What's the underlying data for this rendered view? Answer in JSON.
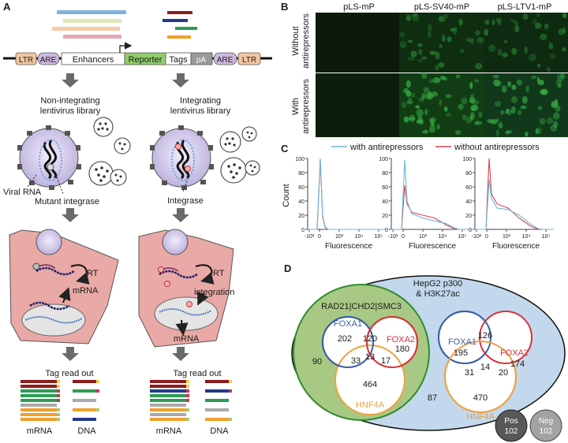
{
  "panels": {
    "a": "A",
    "b": "B",
    "c": "C",
    "d": "D"
  },
  "construct": {
    "ltr_left": "LTR",
    "are_left": "ARE",
    "enhancers": "Enhancers",
    "reporter": "Reporter",
    "tags": "Tags",
    "pa": "pA",
    "are_right": "ARE",
    "ltr_right": "LTR"
  },
  "left_path": {
    "title_line1": "Non-integrating",
    "title_line2": "lentivirus library",
    "viral_rna": "Viral RNA",
    "mutant_integrase": "Mutant integrase",
    "rt": "RT",
    "mrna": "mRNA",
    "tag_readout": "Tag read out",
    "col_mrna": "mRNA",
    "col_dna": "DNA"
  },
  "right_path": {
    "title_line1": "Integrating",
    "title_line2": "lentivirus library",
    "integrase": "Integrase",
    "rt": "RT",
    "integration": "integration",
    "mrna": "mRNA",
    "tag_readout": "Tag read out",
    "col_mrna": "mRNA",
    "col_dna": "DNA"
  },
  "microscopy": {
    "columns": [
      "pLS-mP",
      "pLS-SV40-mP",
      "pLS-LTV1-mP"
    ],
    "row1_line1": "Without",
    "row1_line2": "antirepressors",
    "row2_line1": "With",
    "row2_line2": "antirepressors"
  },
  "flow": {
    "legend_with": "with antirepressors",
    "legend_without": "without antirepressors",
    "color_with": "#6ab8d8",
    "color_without": "#d9434b",
    "ylabel": "Count",
    "xlabel": "Fluorescence",
    "yticks": [
      "100",
      "80",
      "60",
      "40",
      "20",
      "0"
    ],
    "xticks": [
      "-10³",
      "0",
      "10³",
      "10⁴",
      "10⁵"
    ]
  },
  "venn": {
    "title_line1": "HepG2 p300",
    "title_line2": "& H3K27ac",
    "outside": "87",
    "rad_label": "RAD21|CHD2|SMC3",
    "rad_only": "90",
    "left": {
      "foxa1": "FOXA1",
      "foxa2": "FOXA2",
      "hnf4a": "HNF4A",
      "a1_only": "202",
      "a1_a2": "120",
      "a2_only": "180",
      "a1_h": "33",
      "all": "13",
      "a2_h": "17",
      "h_only": "464"
    },
    "right": {
      "foxa1": "FOXA1",
      "foxa2": "FOXA2",
      "hnf4a": "HNF4A",
      "a1_only": "195",
      "a1_a2": "126",
      "a2_only": "174",
      "a1_h": "31",
      "all": "14",
      "a2_h": "20",
      "h_only": "470"
    },
    "pos_label": "Pos",
    "pos_value": "102",
    "neg_label": "Neg",
    "neg_value": "102"
  },
  "colors": {
    "ltr": "#f2c6a0",
    "are": "#cdb9df",
    "reporter": "#8fce6a",
    "cell": "#e9a9a6",
    "virus": "#cfc4e6",
    "venn_bg": "#c3d8ec",
    "rad": "#2e8b2e",
    "foxa1": "#3b5ea8",
    "foxa2": "#d6333c",
    "hnf4a": "#f0a040"
  }
}
